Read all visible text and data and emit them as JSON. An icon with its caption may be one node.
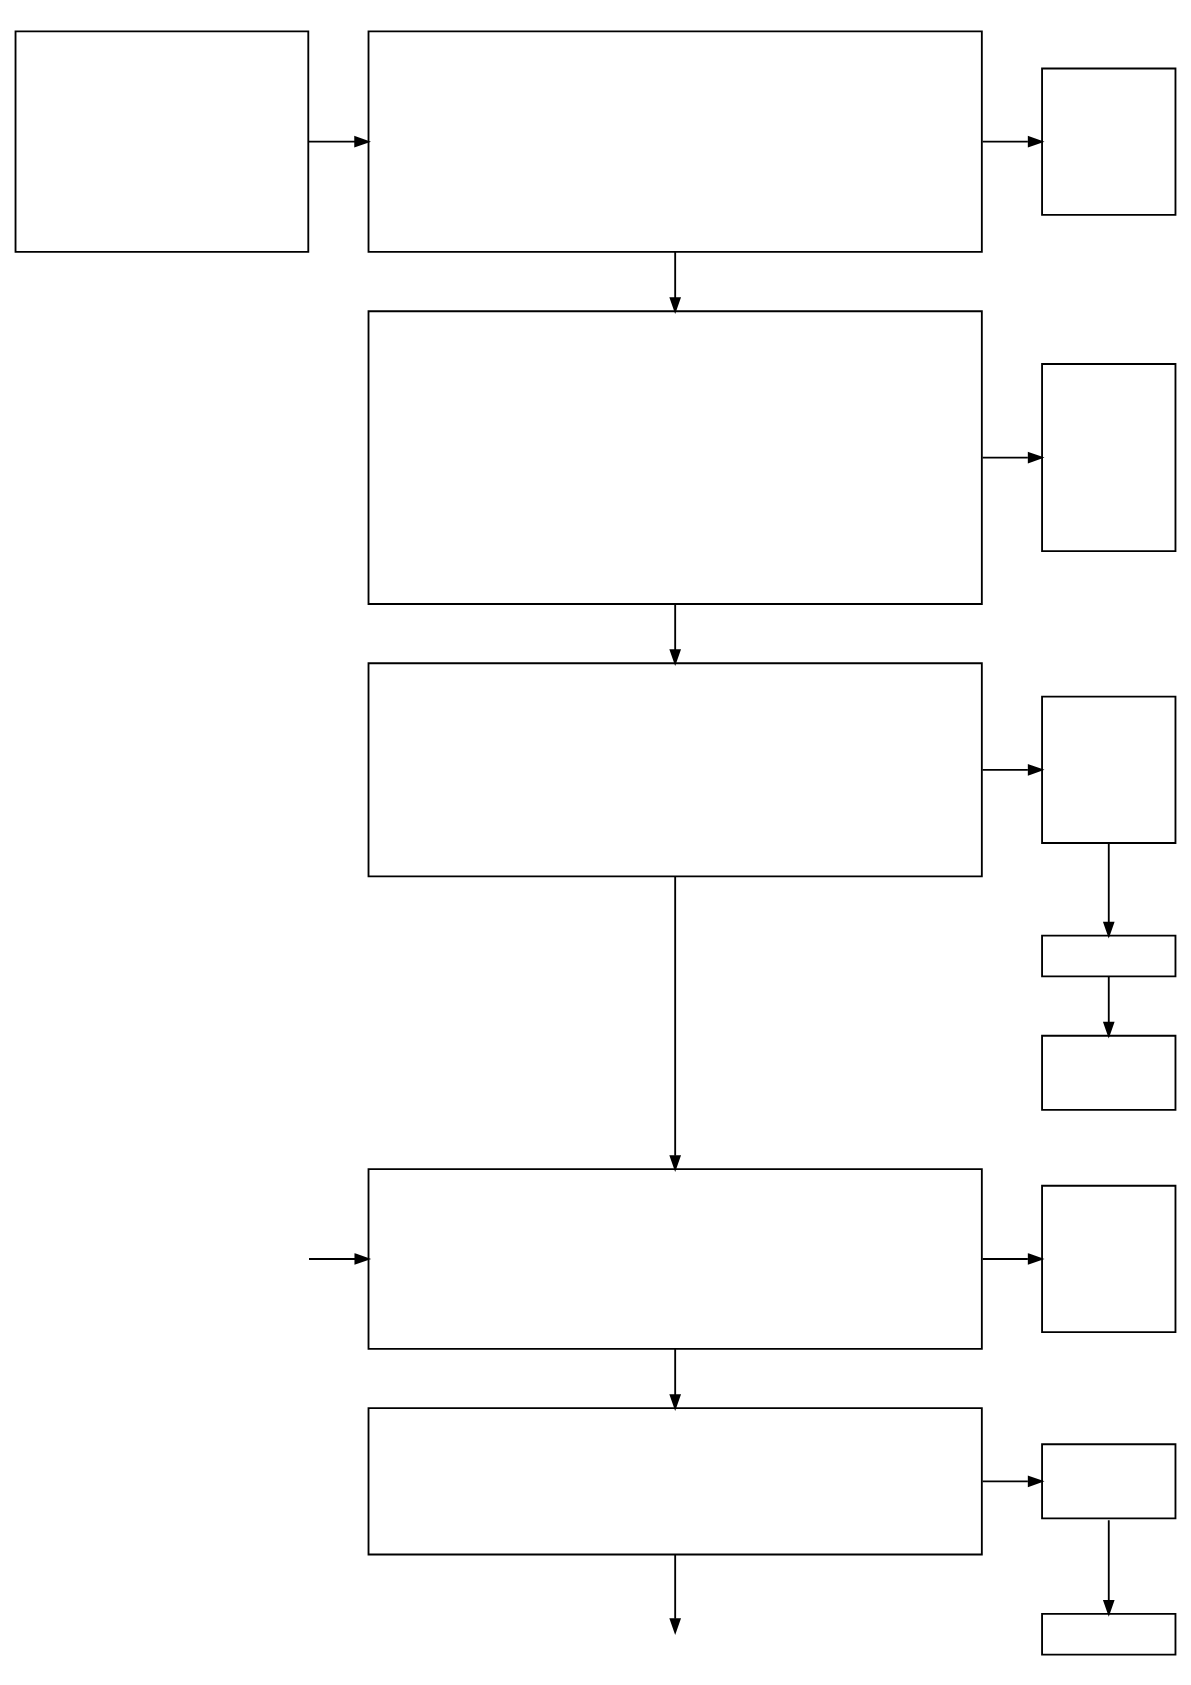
{
  "diagram": {
    "nodes": [
      {
        "text": [],
        "shape": "box"
      },
      {
        "text": [],
        "shape": "box"
      },
      {
        "text": [],
        "shape": "box"
      },
      {
        "text": [],
        "shape": "box"
      },
      {
        "text": [],
        "shape": "box"
      },
      {
        "text": [],
        "shape": "box"
      },
      {
        "text": [],
        "shape": "box"
      },
      {
        "text": [],
        "shape": "box"
      },
      {
        "text": [],
        "shape": "box"
      },
      {
        "text": [],
        "shape": "box"
      },
      {
        "text": [],
        "shape": "box"
      },
      {
        "text": [],
        "shape": "box"
      },
      {
        "text": [],
        "shape": "box"
      },
      {
        "text": [],
        "shape": "box"
      }
    ],
    "edges": [
      {
        "from": 0,
        "to": 1,
        "arrow": "to"
      },
      {
        "from": 1,
        "to": 2,
        "arrow": "to"
      },
      {
        "from": 1,
        "to": 3,
        "arrow": "to"
      },
      {
        "from": 3,
        "to": 4,
        "arrow": "to"
      },
      {
        "from": 3,
        "to": 5,
        "arrow": "to"
      },
      {
        "from": 5,
        "to": 6,
        "arrow": "to"
      },
      {
        "from": 6,
        "to": 7,
        "arrow": "to"
      },
      {
        "from": 7,
        "to": 8,
        "arrow": "to"
      },
      {
        "from": 5,
        "to": 9,
        "arrow": "to"
      },
      {
        "from": null,
        "to": 9,
        "arrow": "to"
      },
      {
        "from": 9,
        "to": 10,
        "arrow": "to"
      },
      {
        "from": 9,
        "to": 11,
        "arrow": "to"
      },
      {
        "from": 11,
        "to": 12,
        "arrow": "to"
      },
      {
        "from": 12,
        "to": 13,
        "arrow": "to"
      },
      {
        "from": 11,
        "to": null,
        "arrow": "to"
      }
    ]
  }
}
